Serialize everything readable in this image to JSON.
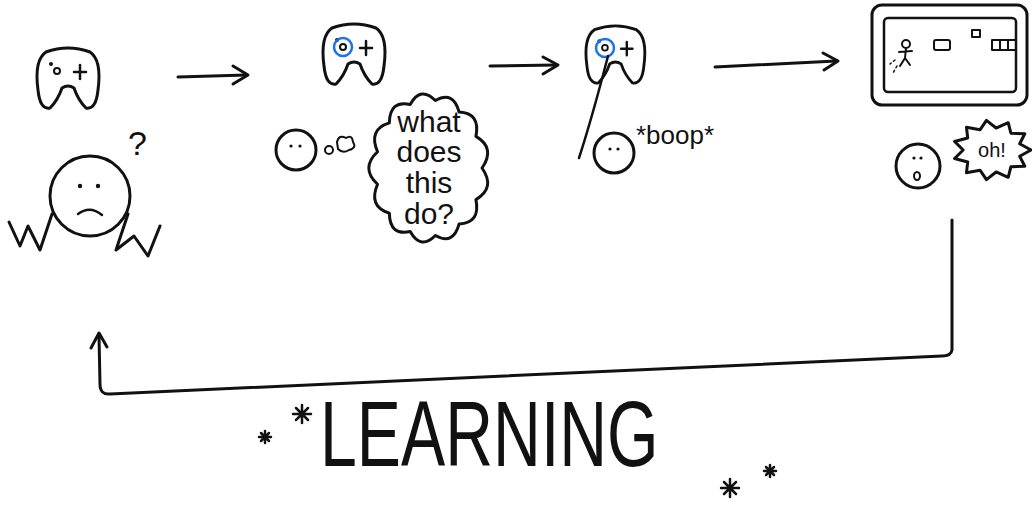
{
  "diagram": {
    "nodes": [
      {
        "text": [
          "what does this do?"
        ]
      },
      {
        "text": [
          "oh!"
        ]
      }
    ],
    "labels": [
      "?",
      "*boop*",
      "LEARNING"
    ]
  }
}
